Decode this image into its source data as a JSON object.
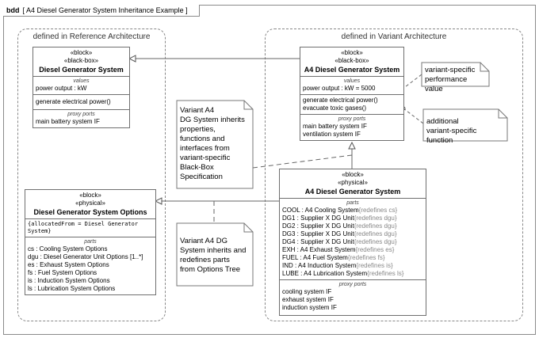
{
  "frame": {
    "kind": "bdd",
    "title": "[ A4 Diesel Generator System Inheritance Example ]"
  },
  "regions": {
    "reference": "defined in Reference Architecture",
    "variant": "defined in Variant Architecture"
  },
  "blocks": {
    "dgs_ref": {
      "stereotypes": [
        "«block»",
        "«black-box»"
      ],
      "name": "Diesel Generator System",
      "values_title": "values",
      "values": [
        "power output : kW"
      ],
      "operations": [
        "generate electrical power()"
      ],
      "ports_title": "proxy ports",
      "ports": [
        "main battery system IF"
      ]
    },
    "dgs_opts": {
      "stereotypes": [
        "«block»",
        "«physical»"
      ],
      "name": "Diesel Generator System Options",
      "constraint": "{allocatedFrom = Diesel Generator System}",
      "parts_title": "parts",
      "parts": [
        "cs : Cooling System Options",
        "dgu : Diesel Generator Unit Options [1..*]",
        "es : Exhaust System Options",
        "fs : Fuel System Options",
        "is : Induction System Options",
        "ls : Lubrication System Options"
      ]
    },
    "a4_bb": {
      "stereotypes": [
        "«block»",
        "«black-box»"
      ],
      "name": "A4 Diesel Generator System",
      "values_title": "values",
      "values": [
        "power output : kW = 5000"
      ],
      "operations": [
        "generate electrical power()",
        "evacuate toxic gases()"
      ],
      "ports_title": "proxy ports",
      "ports": [
        "main battery system IF",
        "ventilation system IF"
      ]
    },
    "a4_phys": {
      "stereotypes": [
        "«block»",
        "«physical»"
      ],
      "name": "A4 Diesel Generator System",
      "parts_title": "parts",
      "parts": [
        {
          "main": "COOL : A4 Cooling System",
          "redef": "{redefines cs}"
        },
        {
          "main": "DG1 : Supplier X DG Unit",
          "redef": "{redefines dgu}"
        },
        {
          "main": "DG2 : Supplier X DG Unit",
          "redef": "{redefines dgu}"
        },
        {
          "main": "DG3 : Supplier X DG Unit",
          "redef": "{redefines dgu}"
        },
        {
          "main": "DG4 : Supplier X DG Unit",
          "redef": "{redefines dgu}"
        },
        {
          "main": "EXH : A4 Exhaust System",
          "redef": "{redefines es}"
        },
        {
          "main": "FUEL : A4 Fuel System",
          "redef": "{redefines fs}"
        },
        {
          "main": "IND : A4 Induction System",
          "redef": "{redefines is}"
        },
        {
          "main": "LUBE : A4 Lubrication System",
          "redef": "{redefines ls}"
        }
      ],
      "ports_title": "proxy ports",
      "ports": [
        "cooling system IF",
        "exhaust system IF",
        "induction system IF"
      ]
    }
  },
  "notes": {
    "perf": "variant-specific\nperformance value",
    "func": "additional\nvariant-specific function",
    "inherit_bb": "Variant A4\nDG System inherits\nproperties,\nfunctions and\ninterfaces from\nvariant-specific\nBlack-Box\nSpecification",
    "inherit_parts": "Variant A4 DG\nSystem inherits and\nredefines parts\nfrom Options Tree"
  }
}
